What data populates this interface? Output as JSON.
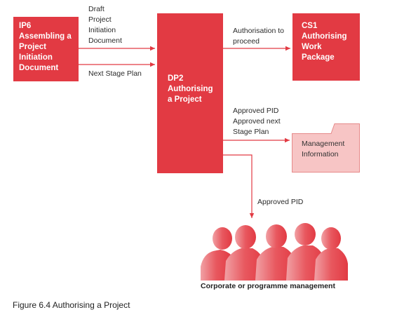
{
  "boxes": {
    "ip6": "IP6\nAssembling a\nProject\nInitiation\nDocument",
    "dp2": "DP2\nAuthorising\na Project",
    "cs1": "CS1\nAuthorising\nWork\nPackage"
  },
  "labels": {
    "draft_pid": "Draft\nProject\nInitiation\nDocument",
    "next_stage_plan": "Next Stage Plan",
    "authorisation_to_proceed": "Authorisation to\nproceed",
    "approved_pid_and_plan": "Approved PID\nApproved next\nStage Plan",
    "approved_pid": "Approved PID"
  },
  "management_information": "Management\nInformation",
  "corporate_label": "Corporate or programme management",
  "figure_caption": "Figure 6.4 Authorising a Project",
  "colors": {
    "box": "#e23a43",
    "folder_fill": "#f7c5c5",
    "folder_stroke": "#e68a8a",
    "arrow": "#e23a43"
  }
}
